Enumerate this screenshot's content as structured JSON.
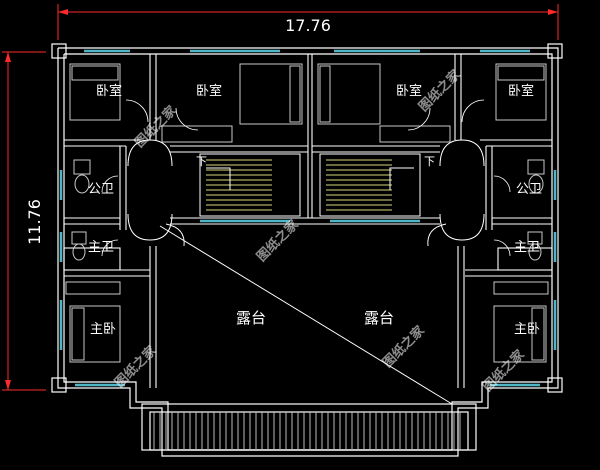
{
  "colors": {
    "background": "#000000",
    "wall": "#ffffff",
    "dimension": "#ff2a2a",
    "window": "#4fb6c8",
    "stair": "#d8d67a",
    "furniture": "#c9c9c9",
    "watermark": "#ffffff"
  },
  "dimensions": {
    "width_label": "17.76",
    "height_label": "11.76"
  },
  "rooms": {
    "bedroom_1": "卧室",
    "bedroom_2": "卧室",
    "bedroom_3": "卧室",
    "bedroom_4": "卧室",
    "bathroom_left": "公卫",
    "bathroom_right": "公卫",
    "ensuite_left": "主卫",
    "ensuite_right": "主卫",
    "master_left": "主卧",
    "master_right": "主卧",
    "terrace_left": "露台",
    "terrace_right": "露台"
  },
  "stairs": {
    "down_left": "下",
    "down_right": "下"
  },
  "watermarks": [
    "图纸之家",
    "图纸之家",
    "图纸之家",
    "图纸之家",
    "图纸之家",
    "图纸之家"
  ]
}
